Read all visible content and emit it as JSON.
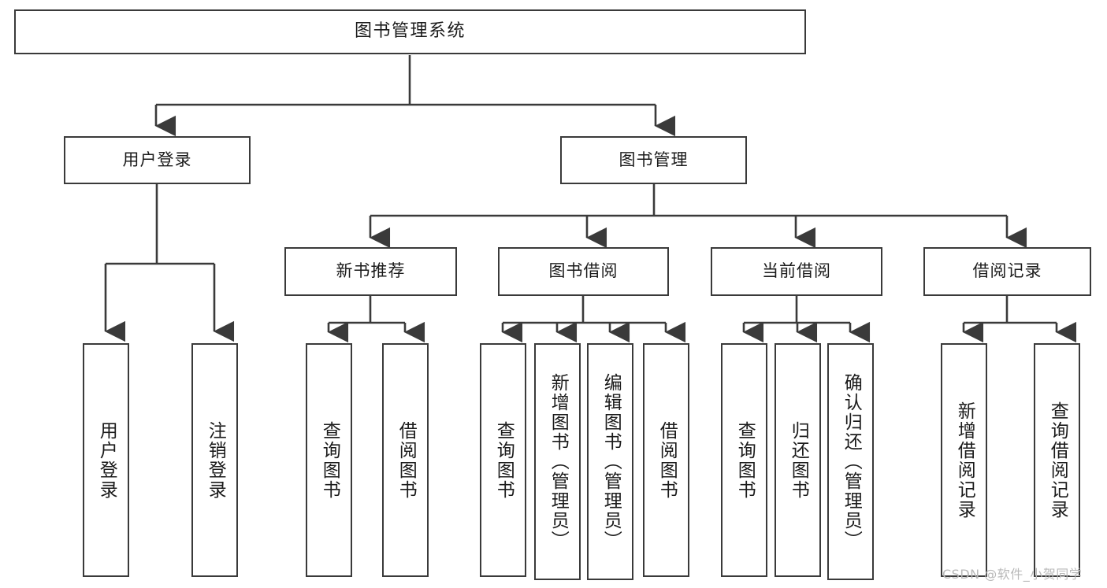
{
  "diagram": {
    "type": "tree-hierarchy-chart",
    "title": "图书管理系统",
    "stroke_color": "#3a3a3a",
    "background_color": "#ffffff",
    "text_color": "#1b1b1b"
  },
  "nodes": {
    "root": {
      "label": "图书管理系统"
    },
    "level1": [
      {
        "id": "user-login",
        "label": "用户登录"
      },
      {
        "id": "book-management",
        "label": "图书管理"
      }
    ],
    "level2": [
      {
        "id": "new-book-recommend",
        "label": "新书推荐"
      },
      {
        "id": "book-borrow",
        "label": "图书借阅"
      },
      {
        "id": "current-borrow",
        "label": "当前借阅"
      },
      {
        "id": "borrow-record",
        "label": "借阅记录"
      }
    ],
    "leaves": {
      "user_login": [
        {
          "id": "leaf-user-login",
          "label": "用户登录"
        },
        {
          "id": "leaf-user-logout",
          "label": "注销登录"
        }
      ],
      "new_book_recommend": [
        {
          "id": "leaf-query-book-1",
          "label": "查询图书"
        },
        {
          "id": "leaf-borrow-book-1",
          "label": "借阅图书"
        }
      ],
      "book_borrow": [
        {
          "id": "leaf-query-book-2",
          "label": "查询图书"
        },
        {
          "id": "leaf-add-book",
          "label": "新增图书（管理员）"
        },
        {
          "id": "leaf-edit-book",
          "label": "编辑图书（管理员）"
        },
        {
          "id": "leaf-borrow-book-2",
          "label": "借阅图书"
        }
      ],
      "current_borrow": [
        {
          "id": "leaf-query-book-3",
          "label": "查询图书"
        },
        {
          "id": "leaf-return-book",
          "label": "归还图书"
        },
        {
          "id": "leaf-confirm-return",
          "label": "确认归还（管理员）"
        }
      ],
      "borrow_record": [
        {
          "id": "leaf-add-record",
          "label": "新增借阅记录"
        },
        {
          "id": "leaf-query-record",
          "label": "查询借阅记录"
        }
      ]
    }
  },
  "watermark": {
    "text": "CSDN @软件_小贺同学"
  }
}
